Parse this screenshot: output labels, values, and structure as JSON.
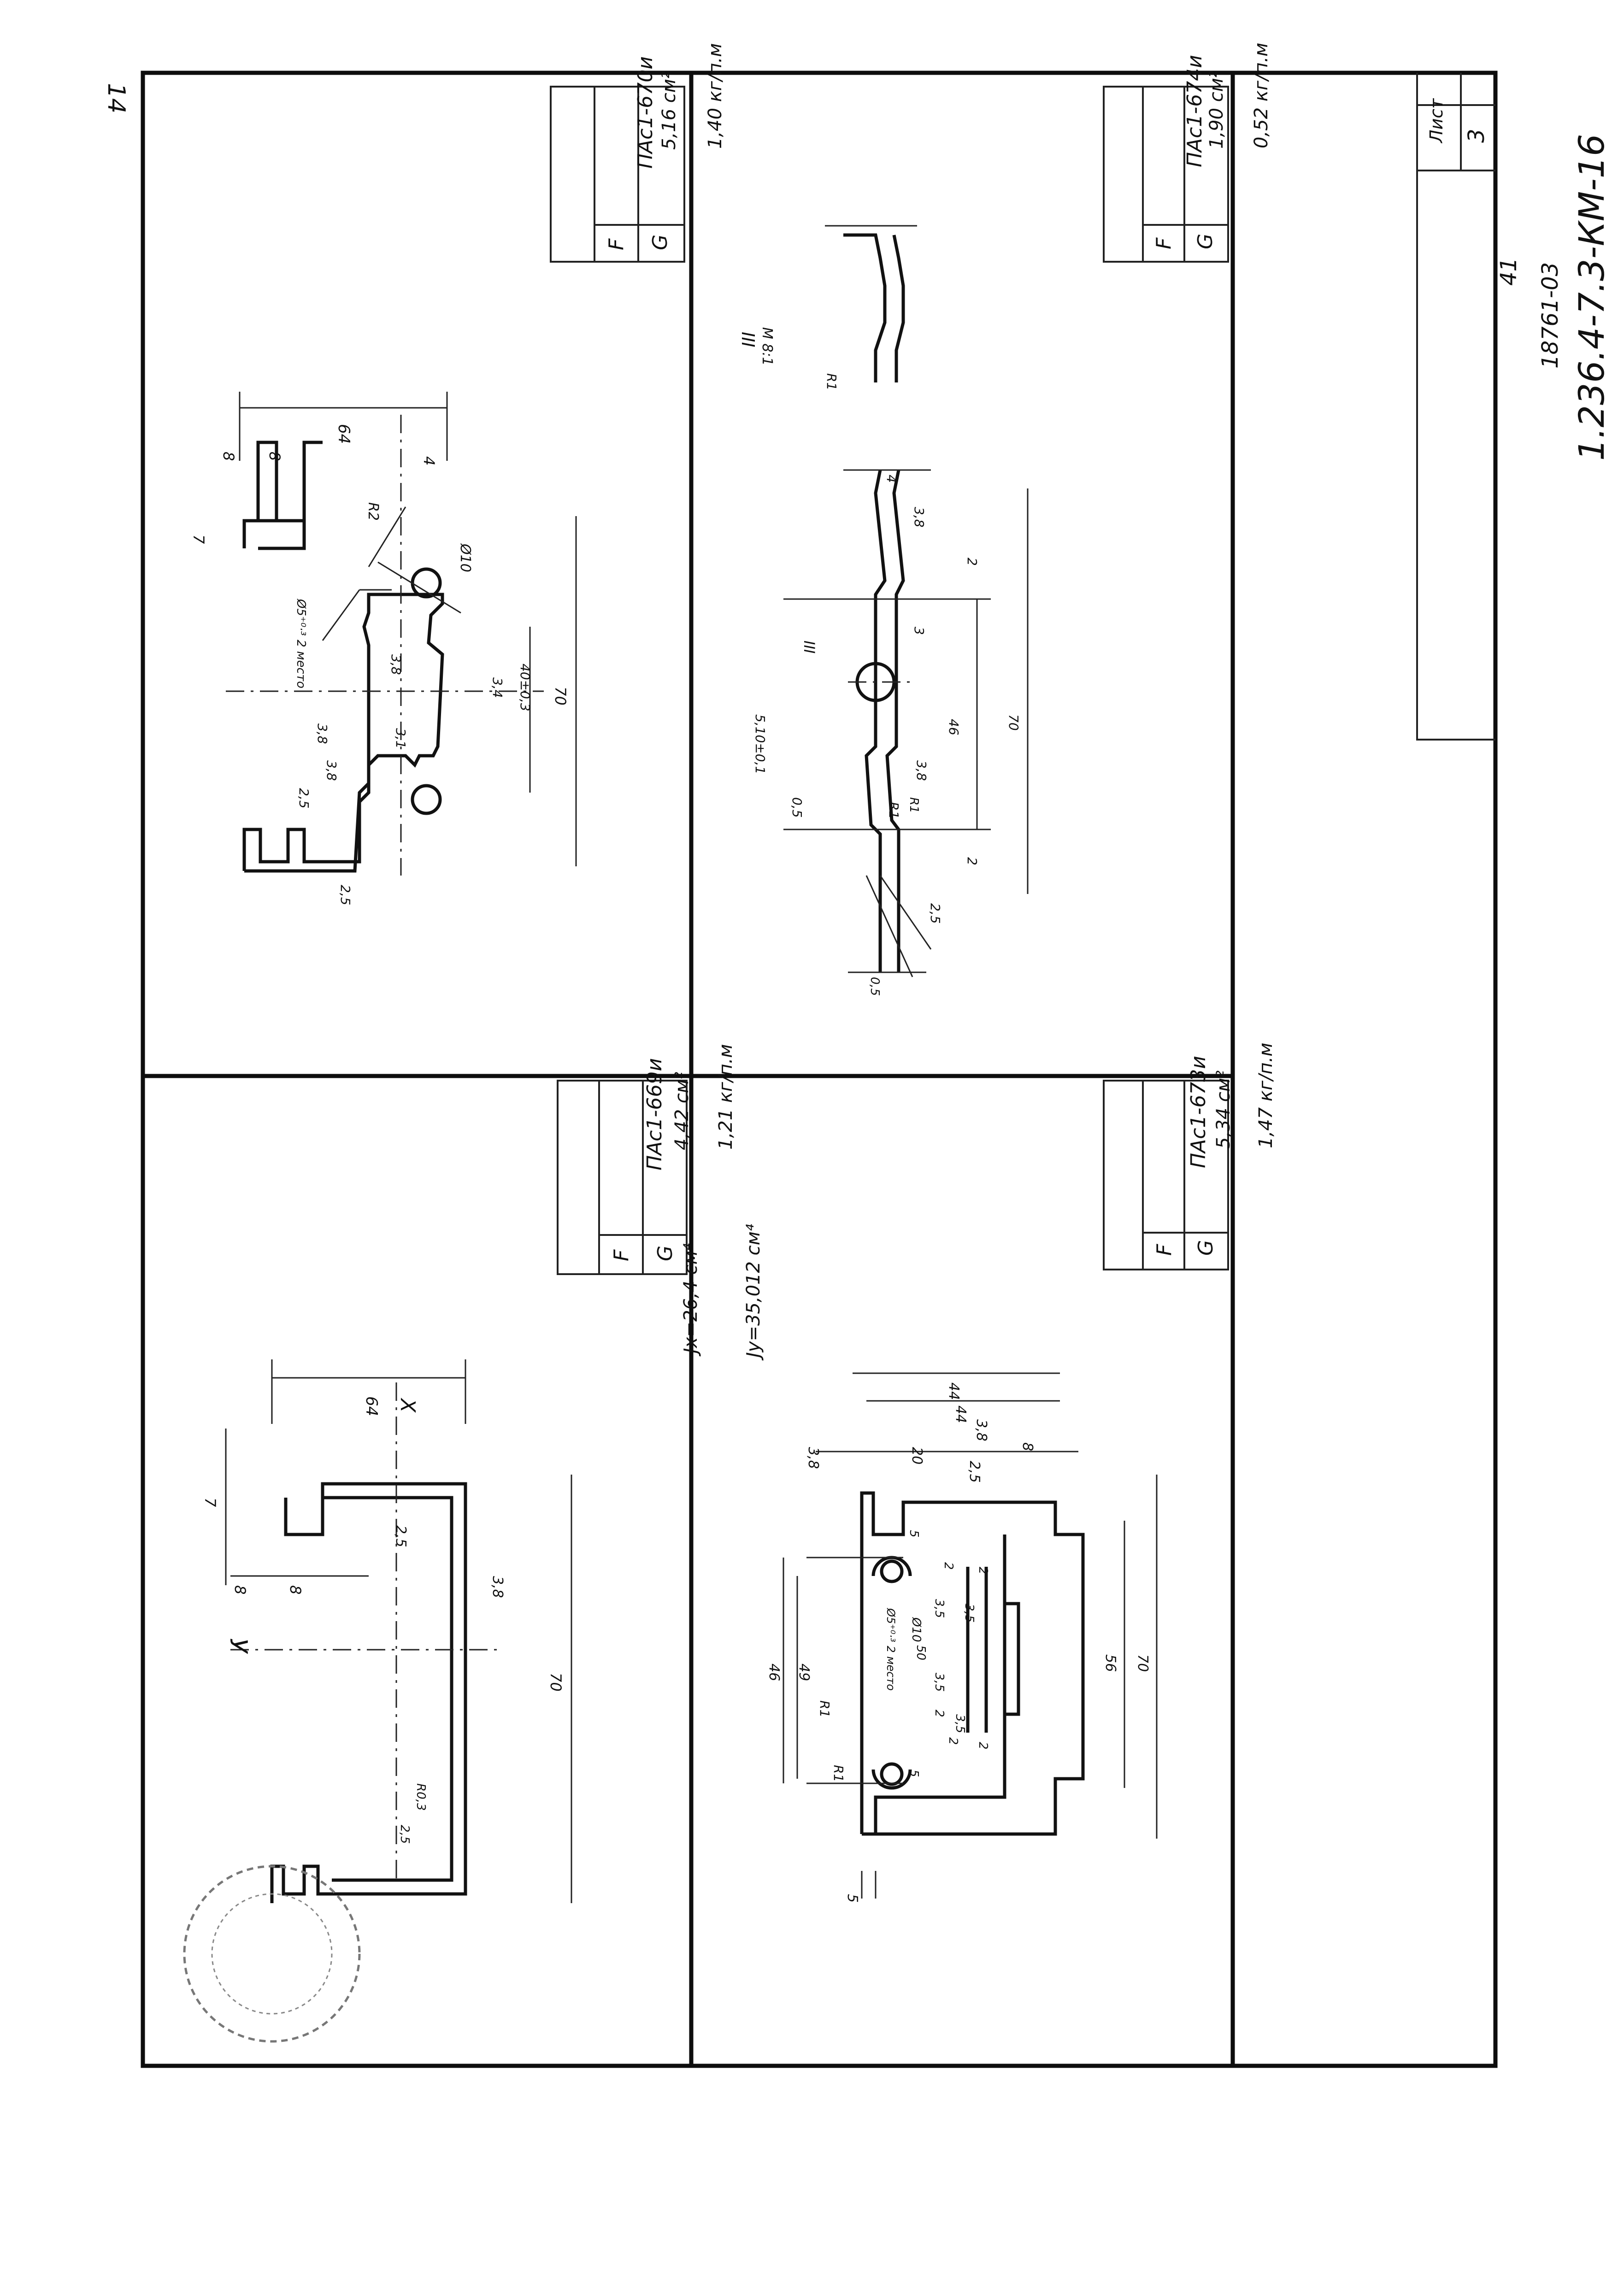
{
  "sheet": {
    "page_mark": "14",
    "doc_code": "1.236.4-7.3-КМ-16",
    "archive_no": "18761-03",
    "archive_sheet": "41",
    "sheet_label": "Лист",
    "sheet_no": "3"
  },
  "profiles": [
    {
      "id": "p670",
      "name": "ПАс1-670и",
      "f_label": "F",
      "f_value": "5,16 см²",
      "g_label": "G",
      "g_value": "1,40 кг/п.м"
    },
    {
      "id": "p669",
      "name": "ПАс1-669и",
      "f_label": "F",
      "f_value": "4,42 см²",
      "g_label": "G",
      "g_value": "1,21 кг/п.м",
      "notes": [
        "Jх=26,4 см⁴",
        "Jу=35,012 см⁴"
      ],
      "axis_x": "Х",
      "axis_y": "У"
    },
    {
      "id": "p674",
      "name": "ПАс1-674и",
      "f_label": "F",
      "f_value": "1,90 см²",
      "g_label": "G",
      "g_value": "0,52 кг/п.м",
      "detail": "III",
      "detail_scale": "М 8:1"
    },
    {
      "id": "p673",
      "name": "ПАс1-673и",
      "f_label": "F",
      "f_value": "5,34 см²",
      "g_label": "G",
      "g_value": "1,47 кг/п.м"
    }
  ],
  "dims_p670": [
    "64",
    "8",
    "8",
    "7",
    "4",
    "70",
    "R2",
    "Ø10",
    "Ø5⁺⁰·³ 2 место",
    "3,8",
    "3,8",
    "3,8",
    "3,1",
    "2,5",
    "3,4",
    "40±0,3",
    "2,5"
  ],
  "dims_p669": [
    "64",
    "8",
    "8",
    "7",
    "2,5",
    "3,8",
    "70",
    "R0,3",
    "2,5"
  ],
  "dims_p674": [
    "4",
    "3,8",
    "2",
    "2",
    "R1",
    "3",
    "III",
    "5,10±0,1",
    "46",
    "70",
    "3,8",
    "0,5",
    "R1",
    "2,5",
    "R1",
    "0,5"
  ],
  "dims_p673": [
    "44",
    "44",
    "3,8",
    "3,8",
    "20",
    "8",
    "2,5",
    "5",
    "2",
    "2",
    "3,5",
    "3,5",
    "Ø10",
    "Ø5⁺⁰·³ 2 место",
    "46",
    "49",
    "R1",
    "50",
    "56",
    "70",
    "5",
    "2",
    "3,5",
    "3,5",
    "2",
    "2",
    "5",
    "R1"
  ]
}
